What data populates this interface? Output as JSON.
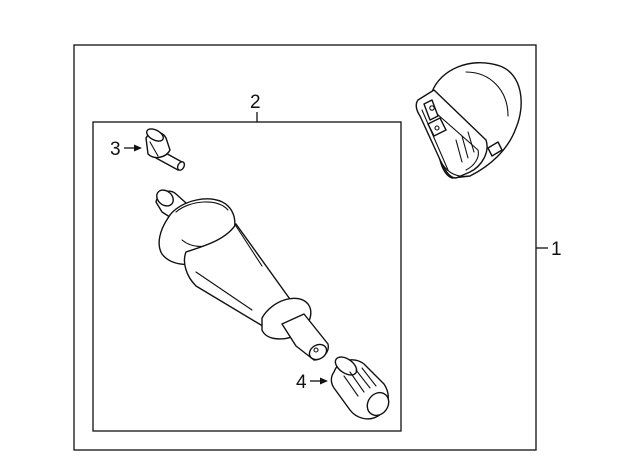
{
  "callouts": {
    "assembly": "1",
    "valve_stem_kit": "2",
    "screw": "3",
    "valve_cap": "4"
  },
  "colors": {
    "ink": "#111111",
    "paper": "#ffffff"
  }
}
